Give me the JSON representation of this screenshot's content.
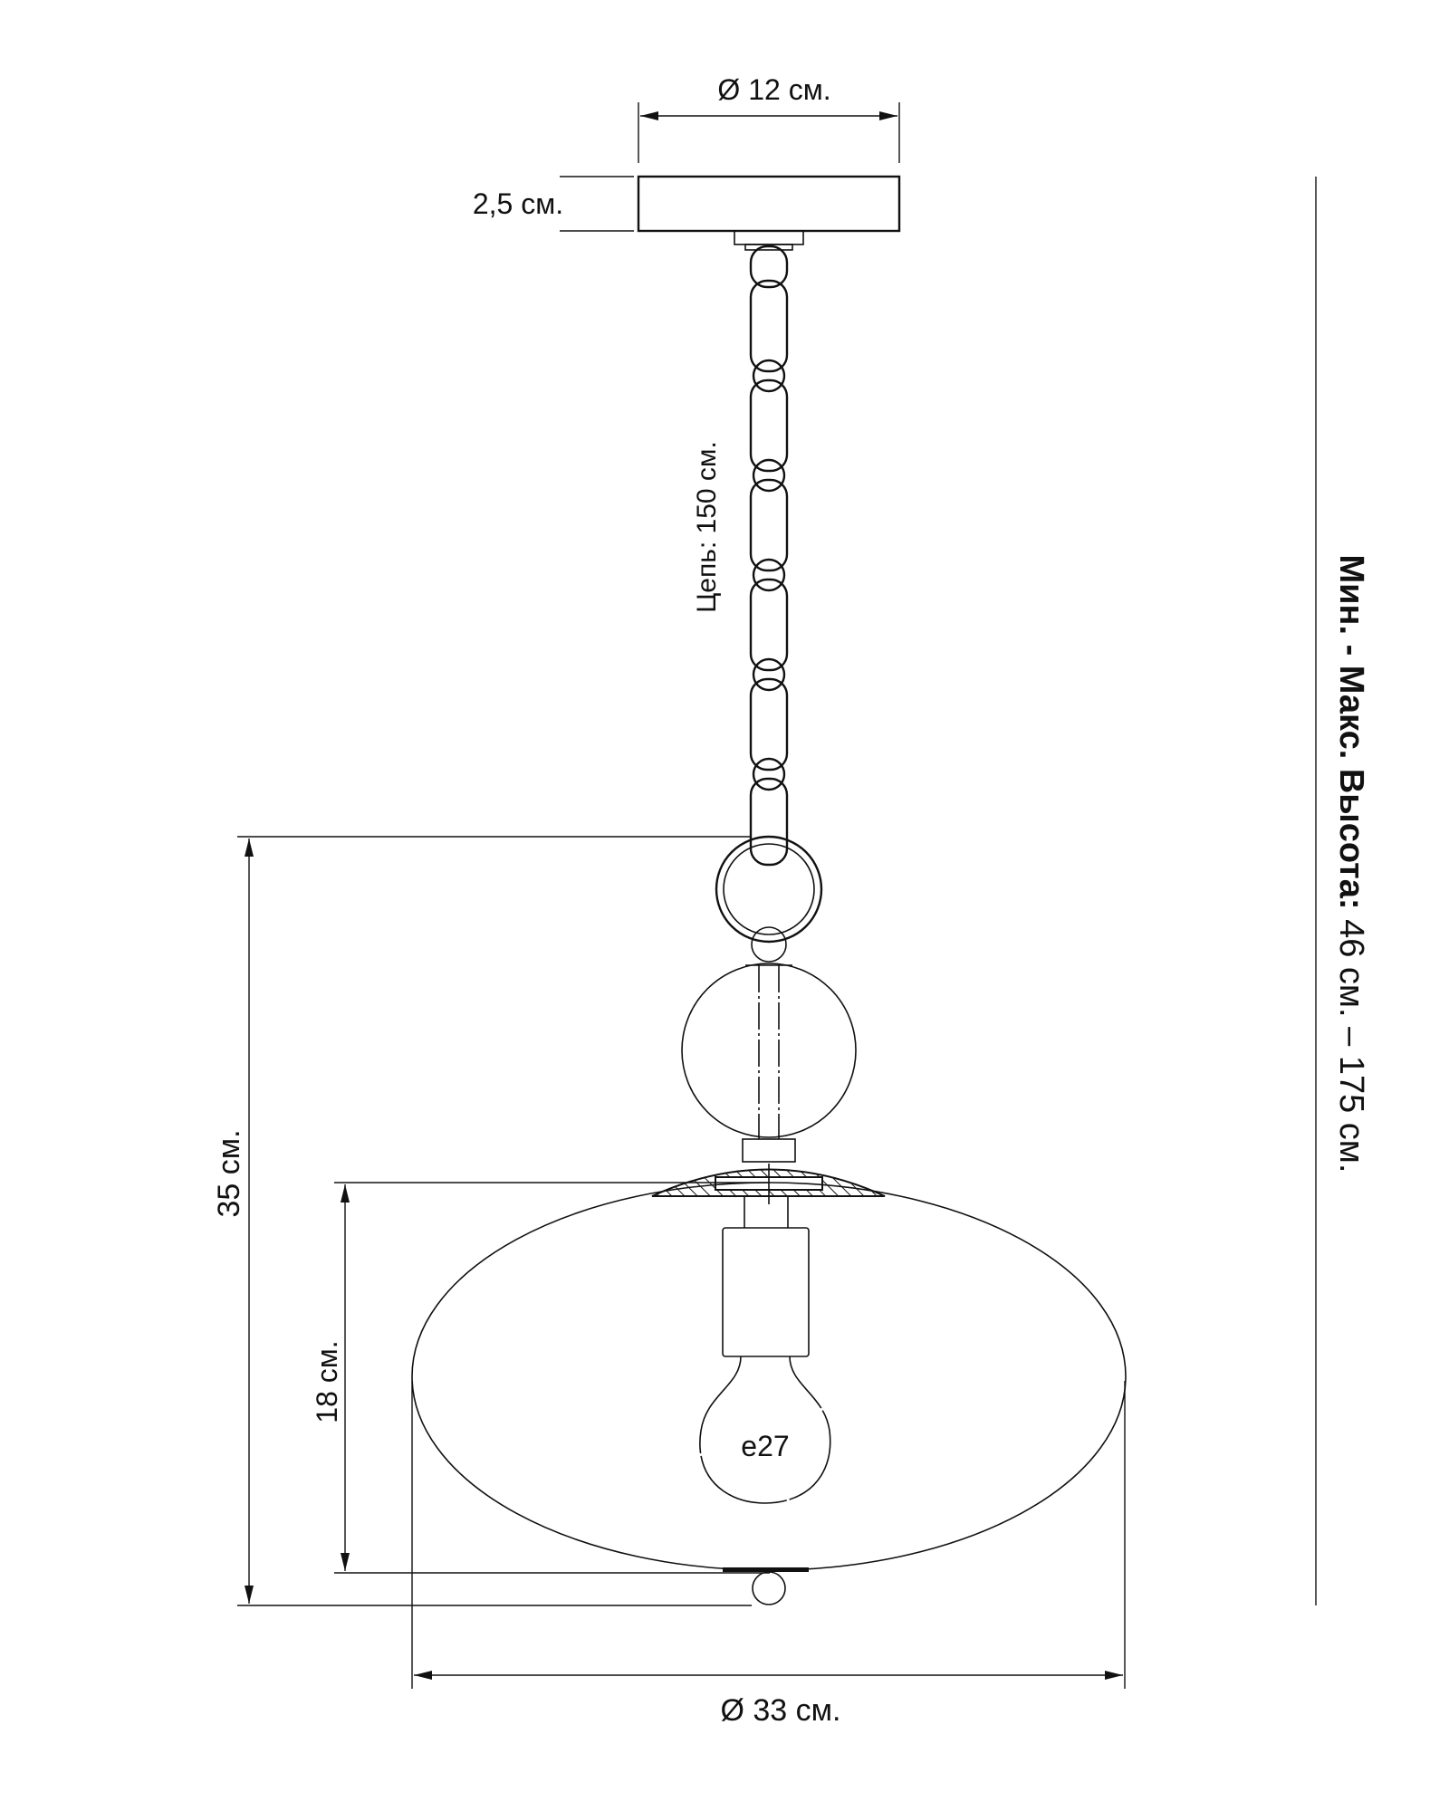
{
  "dimensions": {
    "canopy_diameter": "Ø 12 см.",
    "canopy_height": "2,5 см.",
    "chain_length": "Цепь: 150 см.",
    "body_height": "35 см.",
    "shade_height": "18 см.",
    "shade_diameter": "Ø 33 см.",
    "socket_type": "e27",
    "total_height_label": "Мин. - Макс. Высота:",
    "total_height_value": " 46 см. – 175 см."
  },
  "colors": {
    "line": "#111111",
    "background": "#ffffff"
  }
}
